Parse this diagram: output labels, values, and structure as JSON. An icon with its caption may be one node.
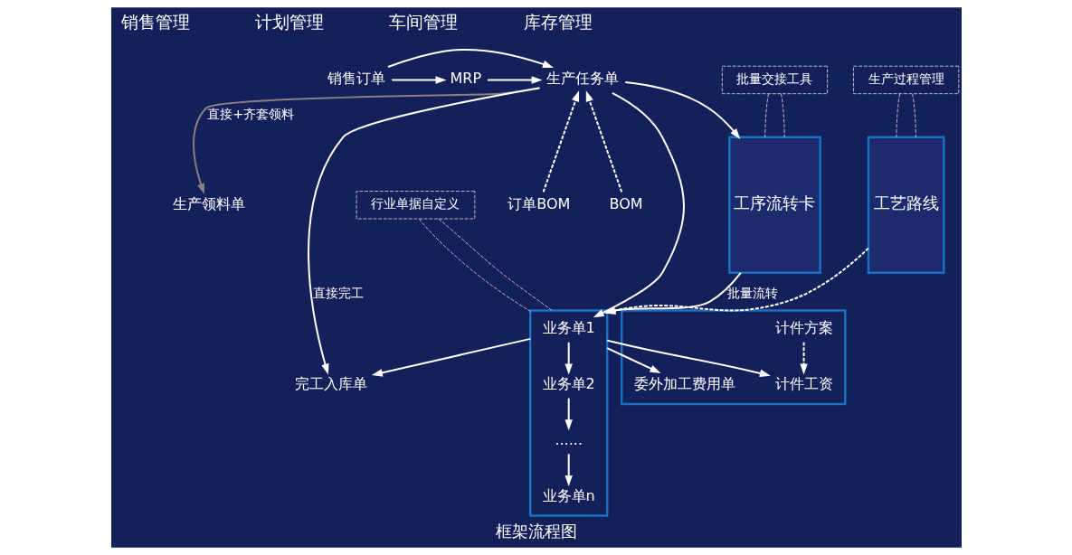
{
  "diagram": {
    "caption": "框架流程图",
    "nodes": [
      {
        "text": [
          "销售订单"
        ]
      },
      {
        "text": [
          "MRP"
        ]
      },
      {
        "text": [
          "生产任务单"
        ]
      },
      {
        "text": [
          "订单BOM"
        ]
      },
      {
        "text": [
          "BOM"
        ]
      },
      {
        "text": [
          "生产领料单"
        ]
      },
      {
        "text": [
          "工艺路线"
        ]
      },
      {
        "text": [],
        "shape": "box"
      },
      {
        "text": [
          "业务单1"
        ],
        "in": 7
      },
      {
        "text": [
          "业务单2"
        ],
        "in": 7
      },
      {
        "text": [
          "......"
        ],
        "in": 7
      },
      {
        "text": [
          "业务单n"
        ],
        "in": 7
      },
      {
        "text": [
          "工序流转卡"
        ]
      },
      {
        "text": [
          "完工入库单"
        ]
      },
      {
        "text": [],
        "shape": "box"
      },
      {
        "text": [
          "计件方案"
        ],
        "in": 14
      },
      {
        "text": [
          "计件工资"
        ],
        "in": 14
      },
      {
        "text": [
          "委外加工费用单"
        ],
        "in": 14
      },
      {
        "text": [
          "行业单据自定义"
        ]
      },
      {
        "text": [
          "批量交接工具"
        ]
      },
      {
        "text": [
          "生产过程管理"
        ]
      }
    ],
    "edges": [
      {
        "from": 0,
        "to": 2,
        "arrow": "to"
      },
      {
        "from": 0,
        "to": 1,
        "arrow": "to"
      },
      {
        "from": 1,
        "to": 2,
        "arrow": "to"
      },
      {
        "from": 3,
        "to": 2,
        "arrow": "to",
        "style": "dashed"
      },
      {
        "from": 4,
        "to": 2,
        "arrow": "to",
        "style": "dashed"
      },
      {
        "from": 2,
        "to": 5,
        "arrow": "to",
        "label": "直接+齐套领料",
        "color": "#8a7f80"
      },
      {
        "from": 2,
        "to": 8,
        "arrow": "to"
      },
      {
        "from": 2,
        "to": 12,
        "arrow": "to"
      },
      {
        "from": 2,
        "to": 13,
        "arrow": "to",
        "label": "直接完工"
      },
      {
        "from": 12,
        "to": 7,
        "arrow": "to",
        "label": "批量流转"
      },
      {
        "from": 6,
        "to": 7,
        "arrow": "to",
        "style": "dashed"
      },
      {
        "from": 8,
        "to": 9,
        "arrow": "to"
      },
      {
        "from": 9,
        "to": 10,
        "arrow": "to"
      },
      {
        "from": 10,
        "to": 11,
        "arrow": "to"
      },
      {
        "from": 7,
        "to": 16,
        "arrow": "to"
      },
      {
        "from": 7,
        "to": 13,
        "arrow": "to"
      },
      {
        "from": 7,
        "to": 17,
        "arrow": "to"
      },
      {
        "from": 15,
        "to": 16,
        "arrow": "to",
        "style": "dashed"
      },
      {
        "from": 18,
        "to": 7,
        "arrow": "none",
        "style": "dashed"
      },
      {
        "from": 18,
        "to": 7,
        "arrow": "none",
        "style": "dashed"
      },
      {
        "from": 19,
        "to": 12,
        "arrow": "none",
        "style": "dashed"
      },
      {
        "from": 19,
        "to": 12,
        "arrow": "none",
        "style": "dashed"
      },
      {
        "from": 20,
        "to": 6,
        "arrow": "none",
        "style": "dashed"
      },
      {
        "from": 20,
        "to": 6,
        "arrow": "none",
        "style": "dashed"
      }
    ],
    "labels": [
      "销售管理",
      "计划管理",
      "车间管理",
      "库存管理"
    ]
  }
}
